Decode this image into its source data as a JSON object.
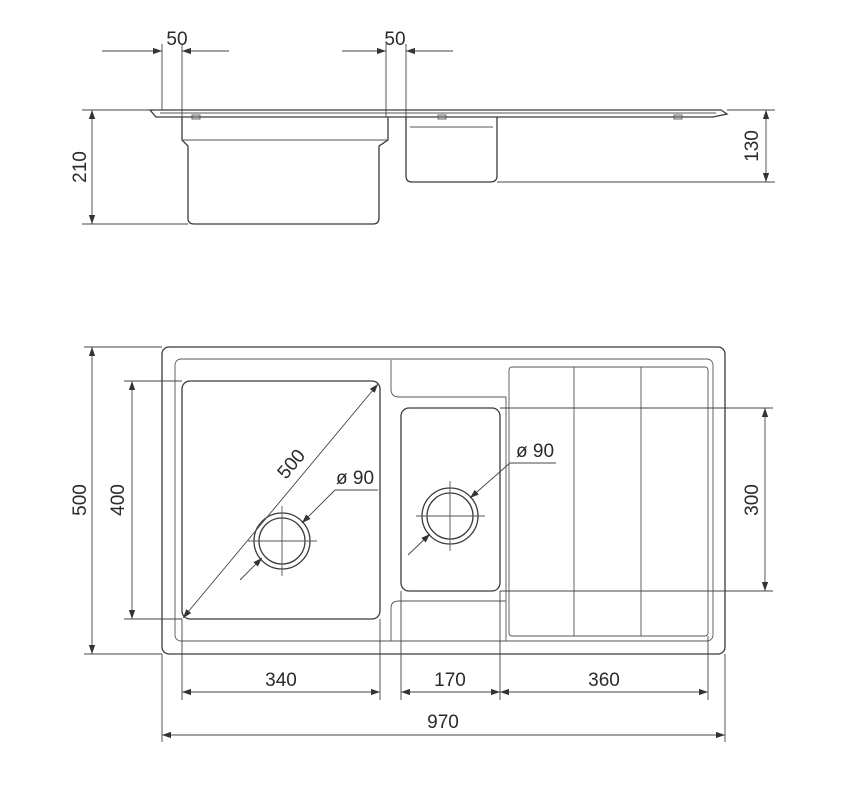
{
  "colors": {
    "line": "#3a3a3a",
    "background": "#ffffff"
  },
  "side_view": {
    "dimensions": {
      "overflow_left_offset": "50",
      "overflow_right_offset": "50",
      "large_bowl_depth": "210",
      "small_bowl_depth": "130"
    }
  },
  "top_view": {
    "dimensions": {
      "diagonal": "500",
      "large_drain_diameter": "ø 90",
      "small_drain_diameter": "ø 90",
      "large_bowl_height": "400",
      "overall_height": "500",
      "small_bowl_height": "300",
      "large_bowl_width": "340",
      "small_bowl_width": "170",
      "drainer_width": "360",
      "overall_width": "970"
    }
  }
}
